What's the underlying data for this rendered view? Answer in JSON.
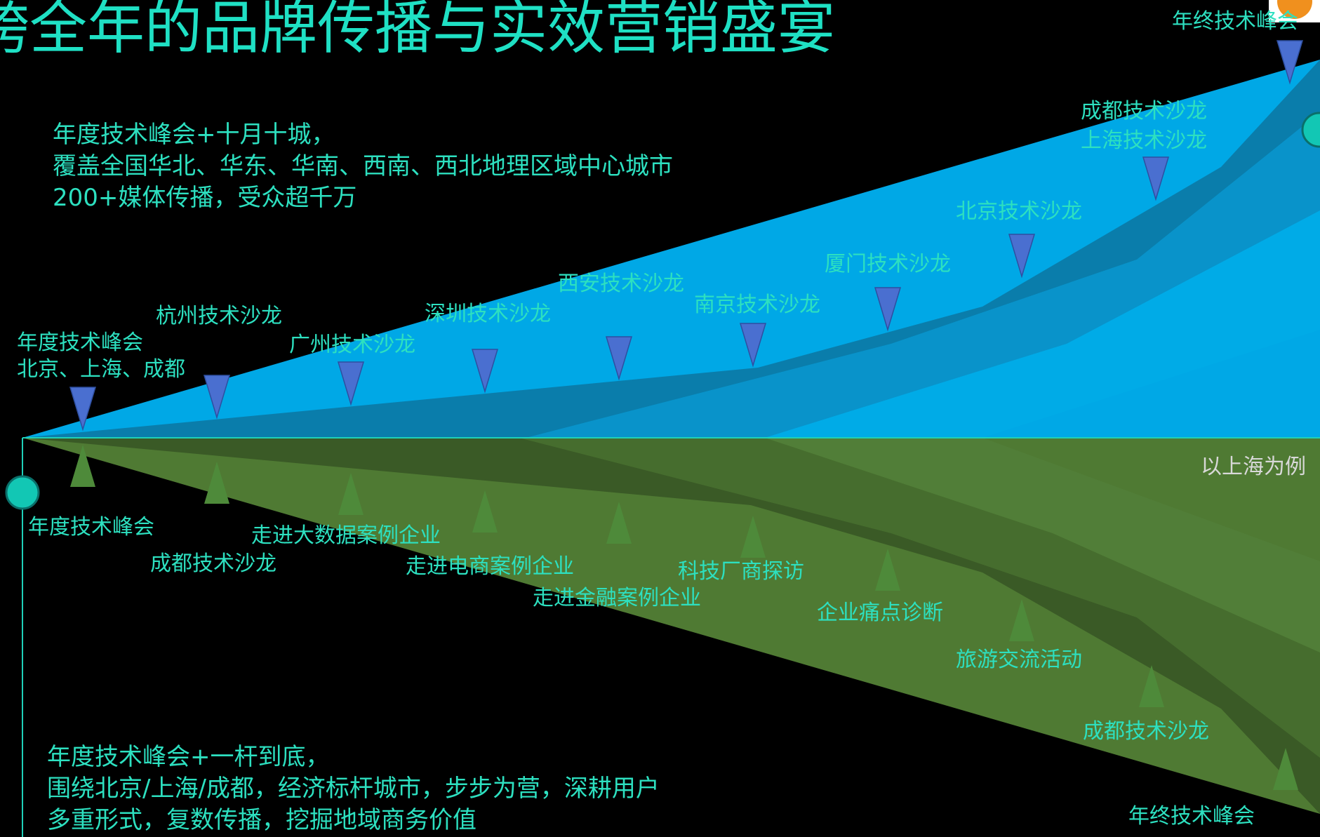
{
  "title": "跨全年的品牌传播与实效营销盛宴",
  "top_paragraph": [
    "年度技术峰会+十月十城，",
    "覆盖全国华北、华东、华南、西南、西北地理区域中心城市",
    "200+媒体传播，受众超千万"
  ],
  "bottom_paragraph": [
    "年度技术峰会+一杆到底，",
    "围绕北京/上海/成都，经济标杆城市，步步为营，深耕用户",
    "多重形式，复数传播，挖掘地域商务价值"
  ],
  "note": "以上海为例",
  "top_events": [
    {
      "lines": [
        "年度技术峰会",
        "北京、上海、成都"
      ]
    },
    {
      "lines": [
        "杭州技术沙龙"
      ]
    },
    {
      "lines": [
        "广州技术沙龙"
      ]
    },
    {
      "lines": [
        "深圳技术沙龙"
      ]
    },
    {
      "lines": [
        "西安技术沙龙"
      ]
    },
    {
      "lines": [
        "南京技术沙龙"
      ]
    },
    {
      "lines": [
        "厦门技术沙龙"
      ]
    },
    {
      "lines": [
        "北京技术沙龙"
      ]
    },
    {
      "lines": [
        "成都技术沙龙",
        "上海技术沙龙"
      ]
    },
    {
      "lines": [
        "年终技术峰会"
      ]
    }
  ],
  "bottom_events": [
    {
      "lines": [
        "年度技术峰会"
      ]
    },
    {
      "lines": [
        "成都技术沙龙"
      ]
    },
    {
      "lines": [
        "走进大数据案例企业"
      ]
    },
    {
      "lines": [
        "走进电商案例企业"
      ]
    },
    {
      "lines": [
        "走进金融案例企业"
      ]
    },
    {
      "lines": [
        "科技厂商探访"
      ]
    },
    {
      "lines": [
        "企业痛点诊断"
      ]
    },
    {
      "lines": [
        "旅游交流活动"
      ]
    },
    {
      "lines": [
        "成都技术沙龙"
      ]
    },
    {
      "lines": [
        "年终技术峰会"
      ]
    }
  ],
  "colors": {
    "title": "#1fe0c4",
    "text": "#2de0c0",
    "blue_light": "#00a8e6",
    "blue_dark": "#0b7aa8",
    "green_light": "#4f7a33",
    "green_dark": "#3a5a26",
    "down_marker": "#4a6fd0",
    "up_marker": "#4e8a3a",
    "axis": "#1fd0b8"
  }
}
